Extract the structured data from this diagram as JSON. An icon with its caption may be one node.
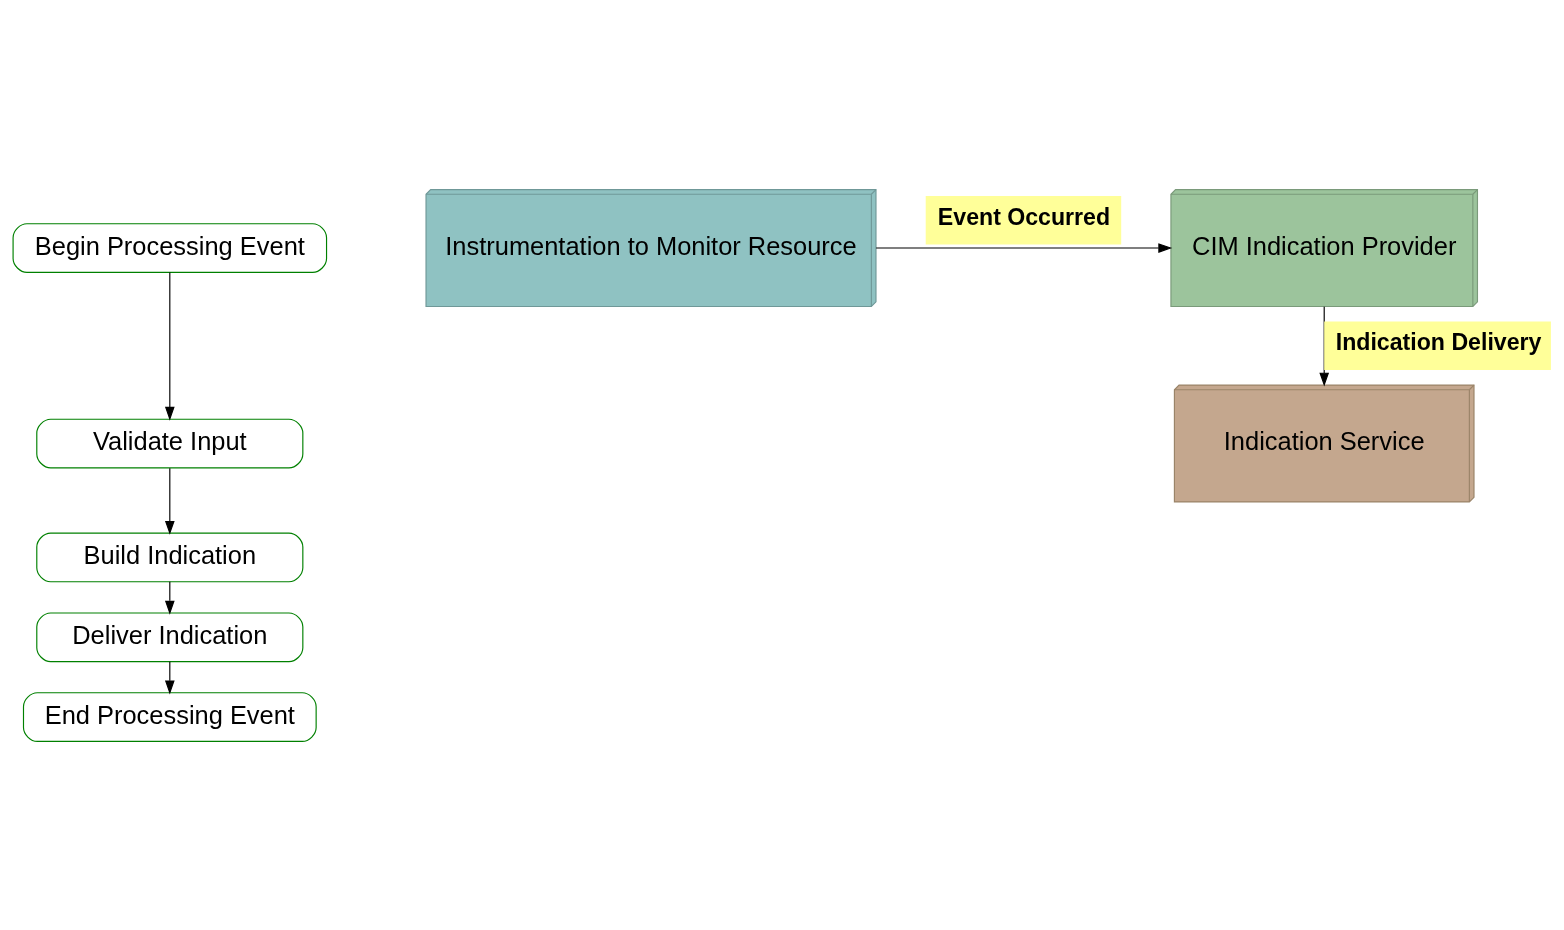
{
  "diagram": {
    "nodes": [
      {
        "text": [
          "Begin Processing Event"
        ]
      },
      {
        "text": [
          "Validate Input"
        ]
      },
      {
        "text": [
          "Build Indication"
        ]
      },
      {
        "text": [
          "Deliver Indication"
        ]
      },
      {
        "text": [
          "End Processing Event"
        ]
      },
      {
        "text": [
          "CIM Indication Provider"
        ]
      },
      {
        "text": [
          "Instrumentation to Monitor Resource"
        ]
      },
      {
        "text": [
          "Indication Service"
        ]
      }
    ],
    "edges": [
      {
        "from": 0,
        "to": 1,
        "arrow": "to"
      },
      {
        "from": 1,
        "to": 2,
        "arrow": "to"
      },
      {
        "from": 2,
        "to": 3,
        "arrow": "to"
      },
      {
        "from": 3,
        "to": 4,
        "arrow": "to"
      },
      {
        "from": 6,
        "to": 5,
        "arrow": "to",
        "label": "Event Occurred"
      },
      {
        "from": 5,
        "to": 7,
        "arrow": "to",
        "label": "Indication Delivery"
      }
    ]
  }
}
